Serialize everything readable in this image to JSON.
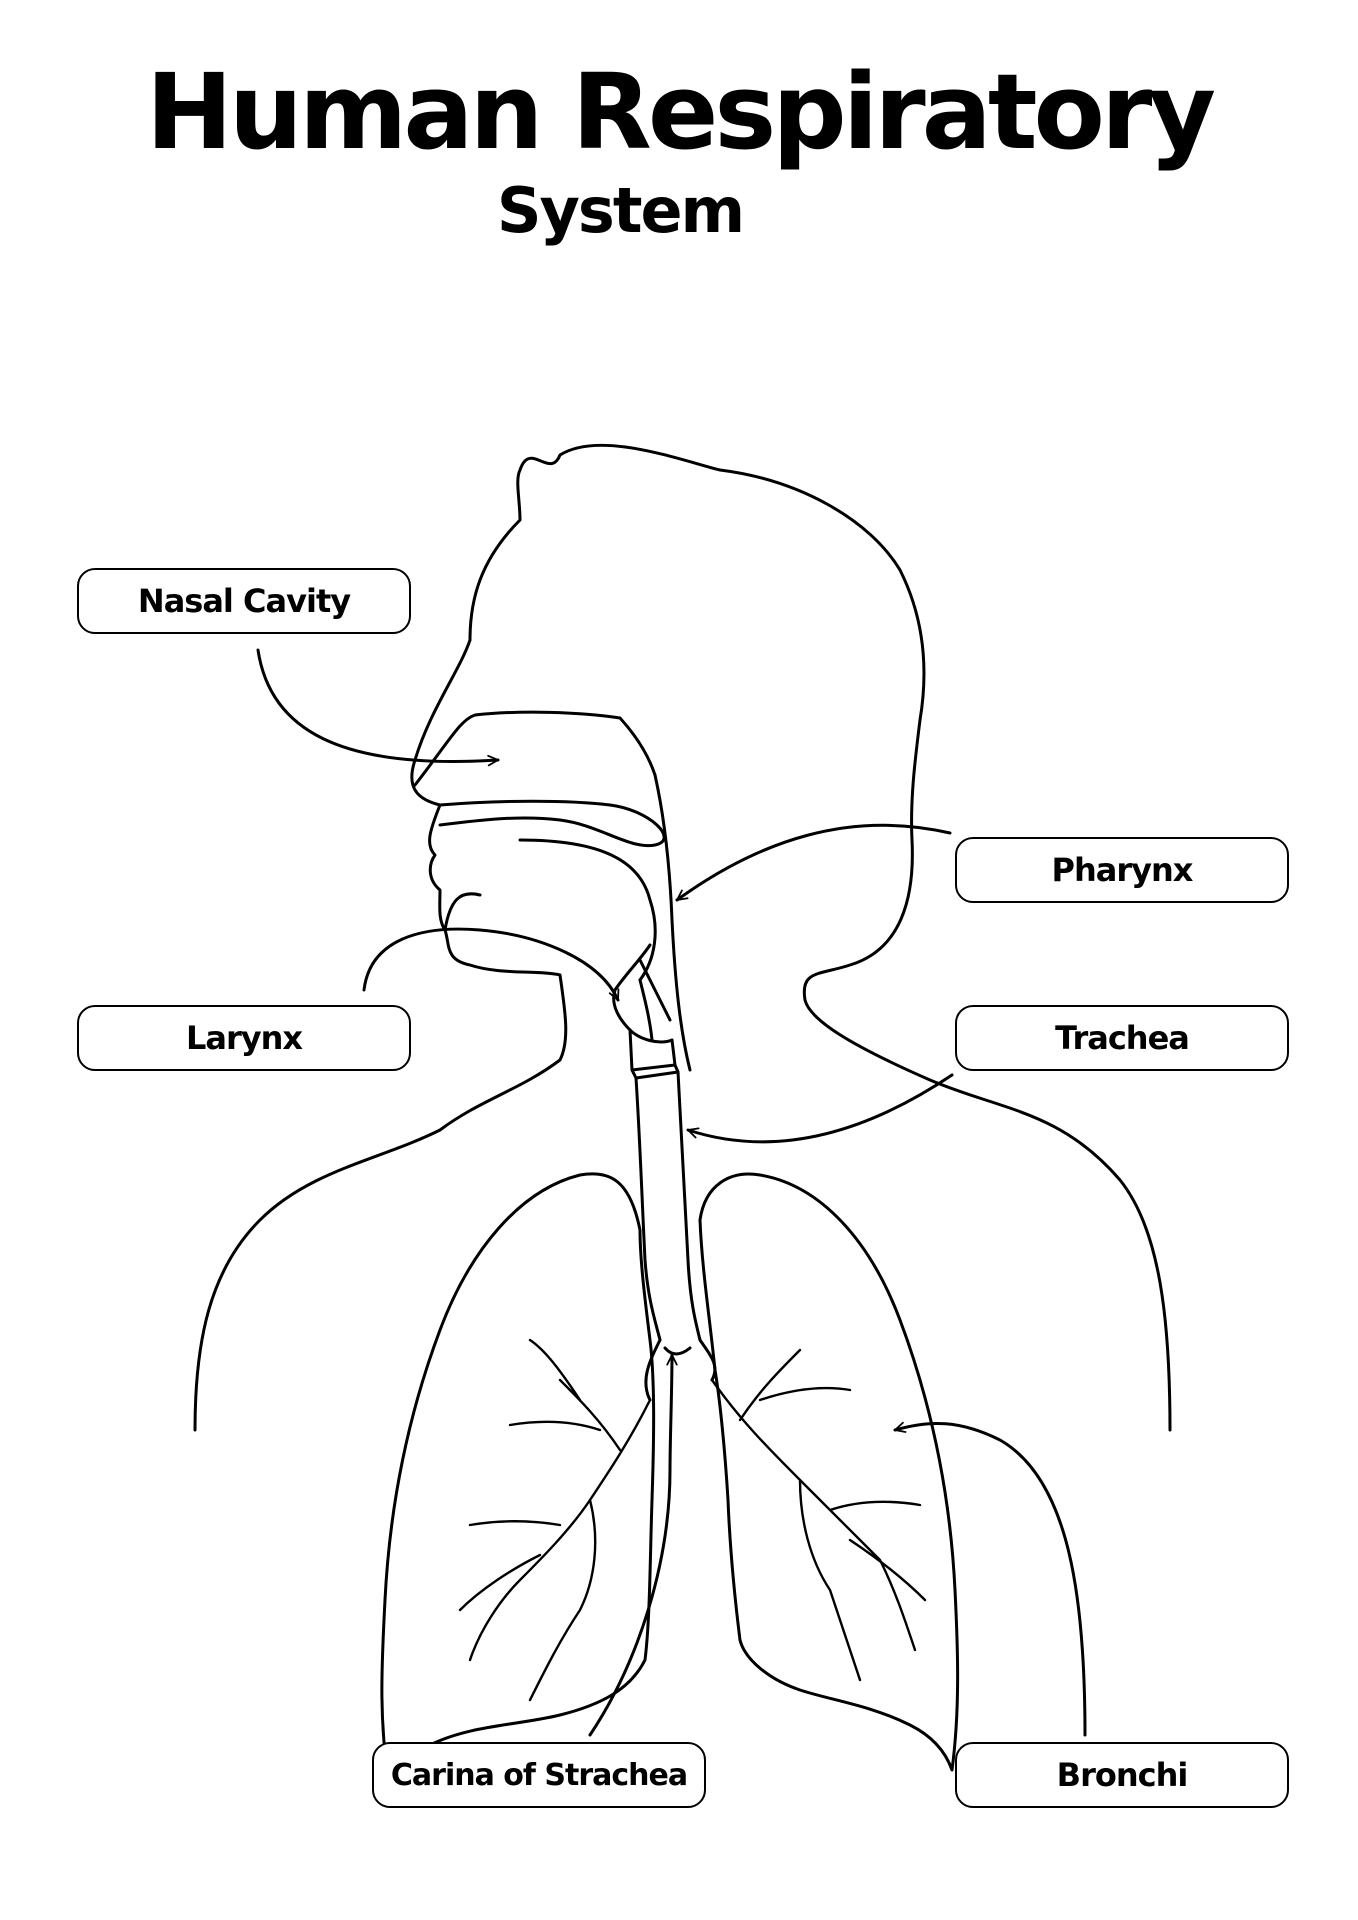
{
  "title": "Human Respiratory",
  "subtitle": "System",
  "labels": {
    "nasal_cavity": "Nasal Cavity",
    "pharynx": "Pharynx",
    "larynx": "Larynx",
    "trachea": "Trachea",
    "carina": "Carina of Strachea",
    "bronchi": "Bronchi"
  },
  "colors": {
    "line": "#000000",
    "background": "#ffffff"
  }
}
